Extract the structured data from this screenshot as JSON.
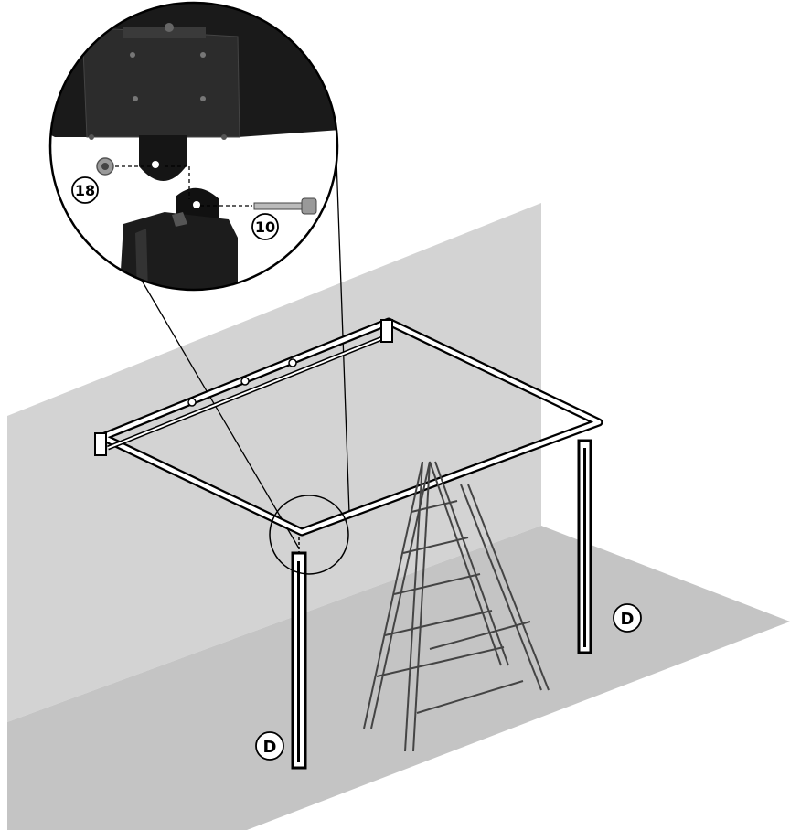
{
  "labels": {
    "part_18": "18",
    "part_10": "10",
    "post_left": "D",
    "post_right": "D"
  }
}
